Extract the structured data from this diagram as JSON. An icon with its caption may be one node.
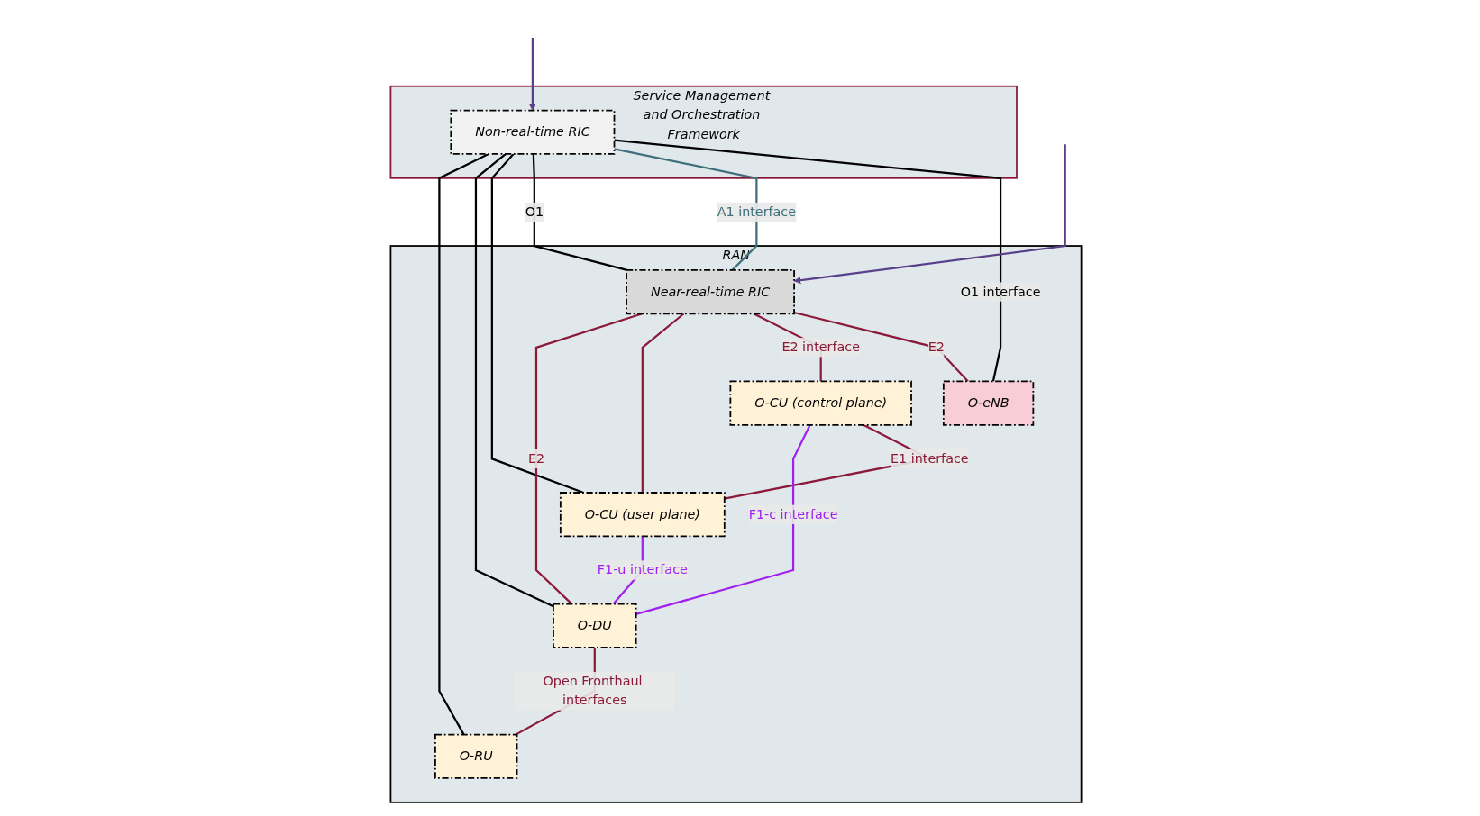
{
  "diagram": {
    "nodes": [
      {
        "text": [
          "Service Management and Orchestration Framework"
        ]
      },
      {
        "text": [
          "Non-real-time RIC"
        ],
        "in": 0
      },
      {
        "text": [
          "RAN"
        ]
      },
      {
        "text": [
          "Near-real-time RIC"
        ],
        "in": 2
      },
      {
        "text": [
          "O-eNB"
        ],
        "in": 2
      },
      {
        "text": [
          "O-CU (control plane)"
        ],
        "in": 2
      },
      {
        "text": [
          "O-CU (user plane)"
        ],
        "in": 2
      },
      {
        "text": [
          "O-DU"
        ],
        "in": 2
      },
      {
        "text": [
          "O-RU"
        ],
        "in": 2
      }
    ],
    "edges": [
      {
        "from": 1,
        "to": 4,
        "arrow": "none",
        "label": "O1 interface",
        "color": "#000000"
      },
      {
        "from": 1,
        "to": 3,
        "arrow": "none",
        "label": "A1 interface",
        "color": "#3f6f7a"
      },
      {
        "from": 1,
        "to": 3,
        "arrow": "none",
        "label": "O1",
        "color": "#000000"
      },
      {
        "from": 1,
        "to": 6,
        "arrow": "none",
        "color": "#000000"
      },
      {
        "from": 1,
        "to": 7,
        "arrow": "none",
        "color": "#000000"
      },
      {
        "from": 1,
        "to": 8,
        "arrow": "none",
        "color": "#000000"
      },
      {
        "from": 3,
        "to": 4,
        "arrow": "none",
        "label": "E2",
        "color": "#8b1a3a"
      },
      {
        "from": 3,
        "to": 5,
        "arrow": "none",
        "label": "E2 interface",
        "color": "#8b1a3a"
      },
      {
        "from": 3,
        "to": 6,
        "arrow": "none",
        "color": "#8b1a3a"
      },
      {
        "from": 3,
        "to": 7,
        "arrow": "none",
        "label": "E2",
        "color": "#8b1a3a"
      },
      {
        "from": 5,
        "to": 6,
        "arrow": "none",
        "label": "E1 interface",
        "color": "#8b1a3a"
      },
      {
        "from": 5,
        "to": 7,
        "arrow": "none",
        "label": "F1-c interface",
        "color": "#a020f0"
      },
      {
        "from": 6,
        "to": 7,
        "arrow": "none",
        "label": "F1-u interface",
        "color": "#a020f0"
      },
      {
        "from": 7,
        "to": 8,
        "arrow": "none",
        "label": "Open Fronthaul interfaces",
        "color": "#8b1a3a"
      },
      {
        "from": null,
        "to": 1,
        "arrow": "to",
        "color": "#5a3f8a"
      },
      {
        "from": null,
        "to": 3,
        "arrow": "to",
        "color": "#5a3f8a"
      }
    ]
  }
}
